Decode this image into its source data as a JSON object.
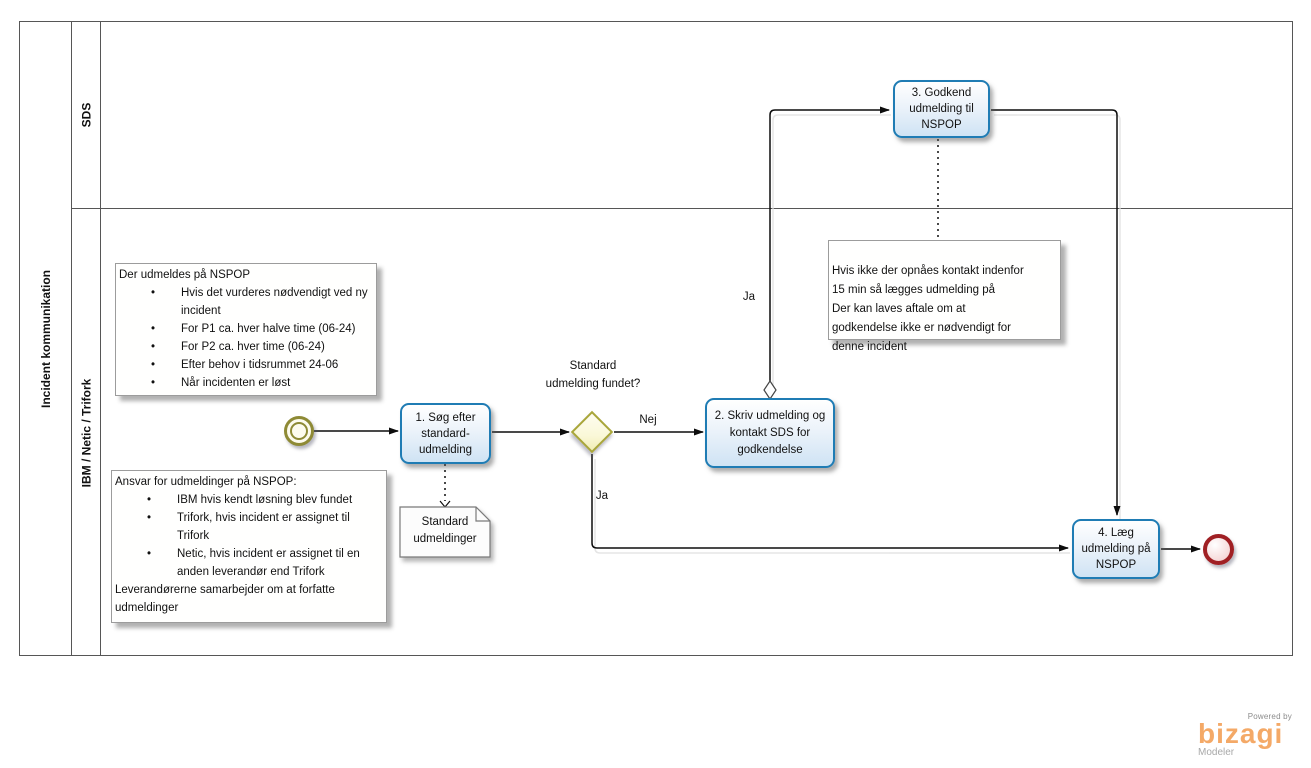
{
  "ui": {
    "bullet": "•"
  },
  "pool": {
    "title": "Incident kommunikation",
    "lanes": [
      {
        "label": "SDS"
      },
      {
        "label": "IBM / Netic / Trifork"
      }
    ]
  },
  "nodes": {
    "start_event": {
      "type": "start-event"
    },
    "task1": {
      "label": "1. Søg efter standard-udmelding"
    },
    "task2": {
      "label": "2. Skriv udmelding og kontakt SDS for godkendelse"
    },
    "task3": {
      "label": "3. Godkend udmelding til NSPOP"
    },
    "task4": {
      "label": "4. Læg udmelding på NSPOP"
    },
    "gateway": {
      "label": "Standard udmelding fundet?"
    },
    "data_object": {
      "label": "Standard udmeldinger"
    },
    "end_event": {
      "type": "end-event"
    }
  },
  "flow_labels": {
    "nej": "Nej",
    "ja_gateway": "Ja",
    "ja_approve": "Ja"
  },
  "annotations": {
    "udmeldes": {
      "intro": "Der udmeldes på NSPOP",
      "bullets": [
        "Hvis det vurderes nødvendigt ved ny incident",
        "For P1 ca. hver halve time (06-24)",
        "For P2 ca. hver time (06-24)",
        "Efter behov i tidsrummet 24-06",
        "Når incidenten er løst"
      ]
    },
    "ansvar": {
      "intro": "Ansvar for udmeldinger på NSPOP:",
      "bullets": [
        "IBM hvis kendt løsning blev fundet",
        "Trifork, hvis incident er assignet til Trifork",
        "Netic, hvis incident er assignet til en anden leverandør end Trifork"
      ],
      "outro": "Leverandørerne samarbejder om at forfatte udmeldinger"
    },
    "kontakt": {
      "text": "Hvis ikke der opnåes kontakt indenfor\n15 min så lægges udmelding på\nDer kan laves aftale om at\ngodkendelse ikke er nødvendigt for\ndenne incident"
    }
  },
  "branding": {
    "powered_by": "Powered by",
    "brand": "bizagi",
    "product": "Modeler"
  },
  "colors": {
    "task_border": "#1f7cb4",
    "task_fill": "#cfe3f4",
    "gateway_border": "#a9a63a",
    "gateway_fill": "#faf8d8",
    "start_event": "#8e8a35",
    "end_event": "#a02024",
    "brand_orange": "#f4a967",
    "line": "#0d0d0d"
  }
}
